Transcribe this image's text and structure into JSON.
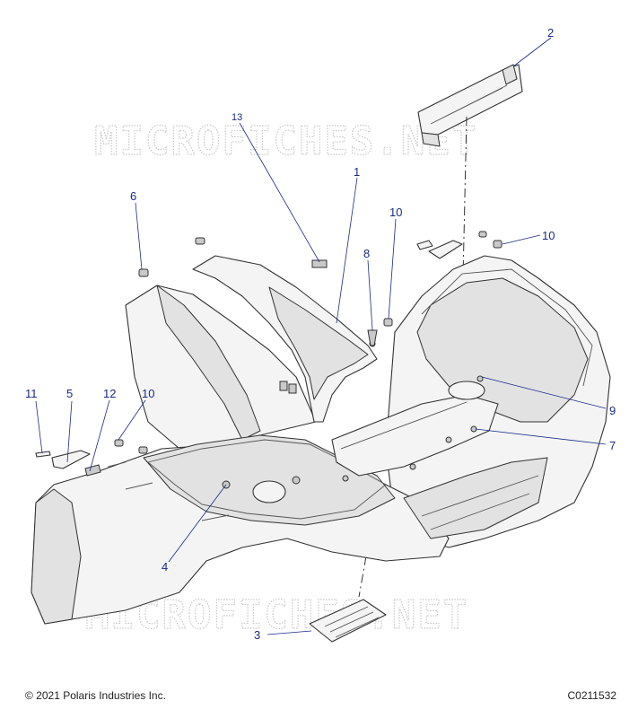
{
  "watermark": "MICROFICHES.NET",
  "copyright": "© 2021 Polaris Industries Inc.",
  "figure_code": "C0211532",
  "callouts": {
    "c1": "1",
    "c2": "2",
    "c3": "3",
    "c4": "4",
    "c5": "5",
    "c6": "6",
    "c7": "7",
    "c8": "8",
    "c9": "9",
    "c10a": "10",
    "c10b": "10",
    "c10c": "10",
    "c11": "11",
    "c12": "12",
    "c13": "13"
  },
  "colors": {
    "callout": "#1a2a8a",
    "line": "#333333",
    "watermark": "#c8c8c8"
  }
}
